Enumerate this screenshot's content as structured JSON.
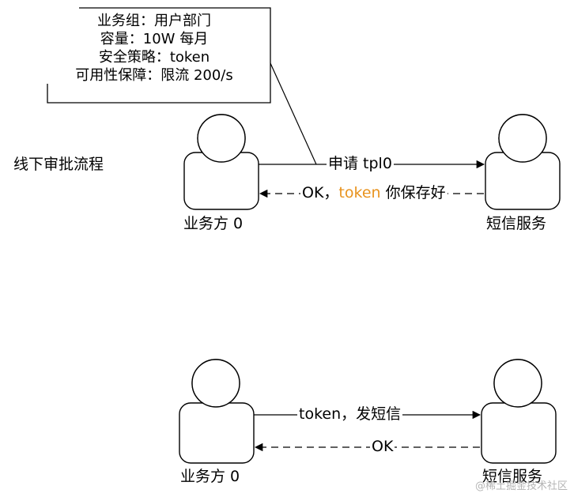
{
  "note": {
    "line1": "业务组：用户部门",
    "line2": "容量：10W 每月",
    "line3": "安全策略：token",
    "line4": "可用性保障：限流 200/s"
  },
  "process_label": "线下审批流程",
  "top": {
    "left_actor": "业务方 0",
    "right_actor": "短信服务",
    "request_msg": "申请 tpl0",
    "reply_prefix": "OK，",
    "reply_token": "token",
    "reply_suffix": " 你保存好"
  },
  "bottom": {
    "left_actor": "业务方 0",
    "right_actor": "短信服务",
    "send_msg": "token，发短信",
    "reply_msg": "OK"
  },
  "watermark": "@稀土掘金技术社区",
  "colors": {
    "token_highlight": "#e8931f"
  }
}
